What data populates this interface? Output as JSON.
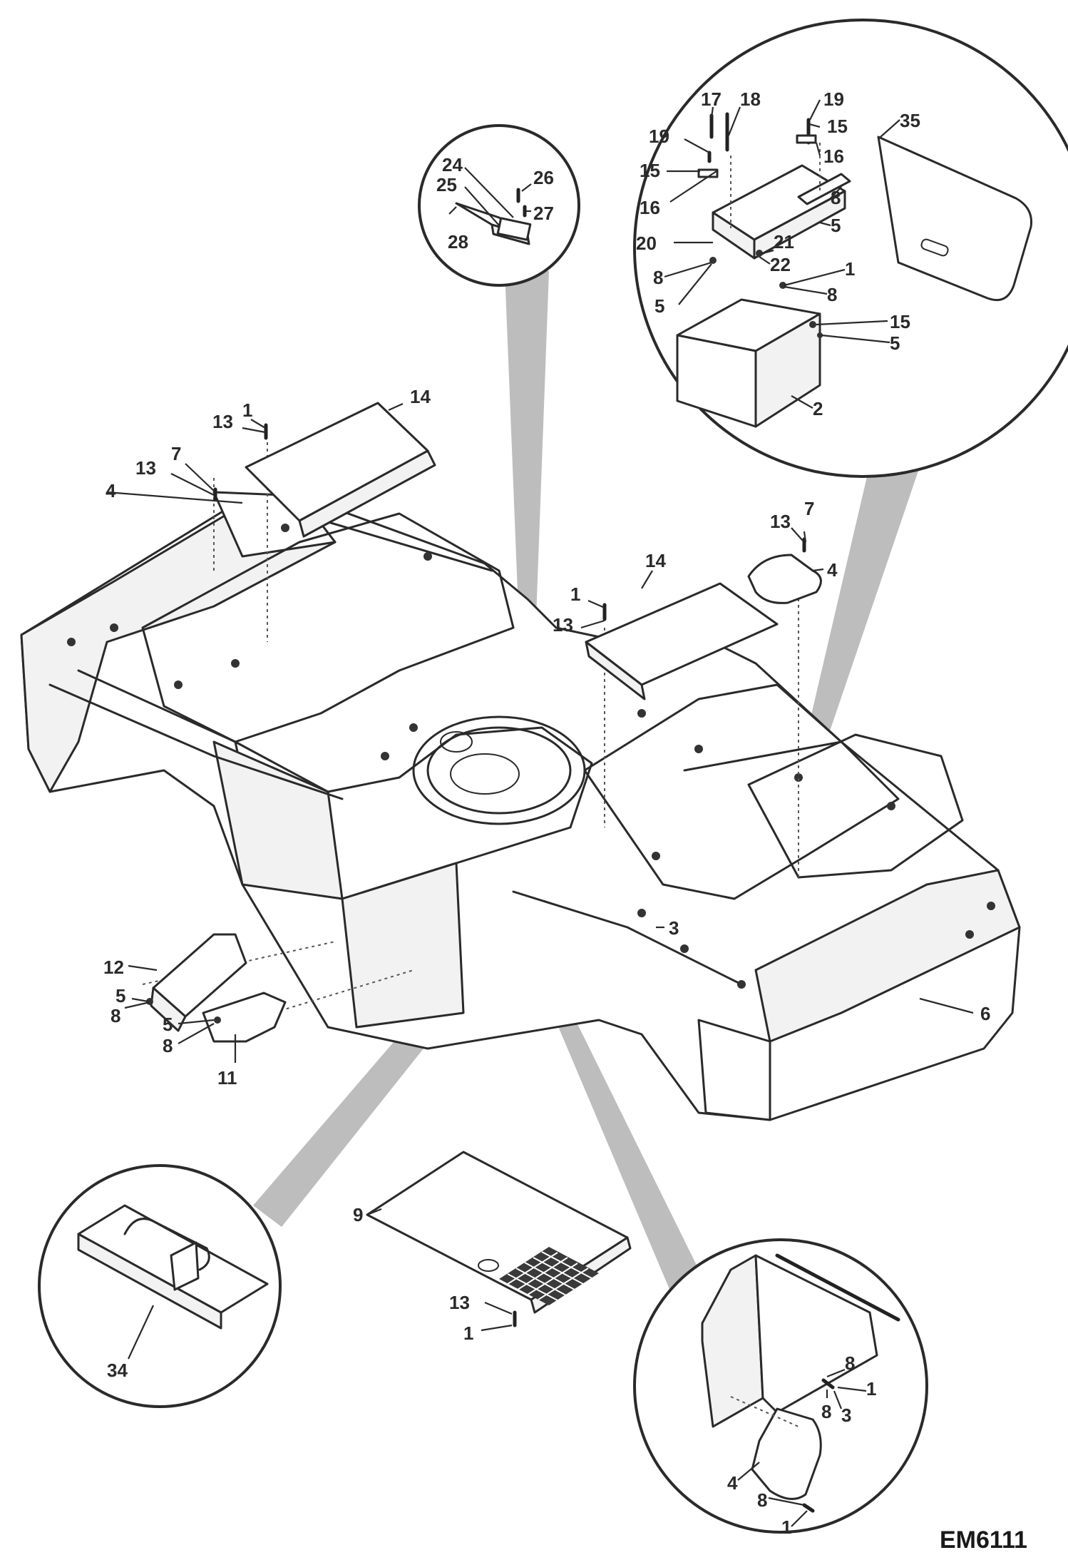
{
  "figure": {
    "drawing_code": "EM6111"
  },
  "callouts": {
    "detail_top_right": [
      {
        "id": "c17",
        "label": "17"
      },
      {
        "id": "c18",
        "label": "18"
      },
      {
        "id": "c19a",
        "label": "19"
      },
      {
        "id": "c19b",
        "label": "19"
      },
      {
        "id": "c15a",
        "label": "15"
      },
      {
        "id": "c15b",
        "label": "15"
      },
      {
        "id": "c15c",
        "label": "15"
      },
      {
        "id": "c16a",
        "label": "16"
      },
      {
        "id": "c16b",
        "label": "16"
      },
      {
        "id": "c35",
        "label": "35"
      },
      {
        "id": "c8a",
        "label": "8"
      },
      {
        "id": "c8b",
        "label": "8"
      },
      {
        "id": "c8c",
        "label": "8"
      },
      {
        "id": "c5a",
        "label": "5"
      },
      {
        "id": "c5b",
        "label": "5"
      },
      {
        "id": "c5c",
        "label": "5"
      },
      {
        "id": "c20",
        "label": "20"
      },
      {
        "id": "c21",
        "label": "21"
      },
      {
        "id": "c22",
        "label": "22"
      },
      {
        "id": "c1a",
        "label": "1"
      },
      {
        "id": "c2",
        "label": "2"
      }
    ],
    "detail_top_center": [
      {
        "id": "c24",
        "label": "24"
      },
      {
        "id": "c25",
        "label": "25"
      },
      {
        "id": "c26",
        "label": "26"
      },
      {
        "id": "c27",
        "label": "27"
      },
      {
        "id": "c28",
        "label": "28"
      }
    ],
    "main_frame": [
      {
        "id": "m14a",
        "label": "14"
      },
      {
        "id": "m13a",
        "label": "13"
      },
      {
        "id": "m1a",
        "label": "1"
      },
      {
        "id": "m13b",
        "label": "13"
      },
      {
        "id": "m7a",
        "label": "7"
      },
      {
        "id": "m4a",
        "label": "4"
      },
      {
        "id": "m14b",
        "label": "14"
      },
      {
        "id": "m1b",
        "label": "1"
      },
      {
        "id": "m13c",
        "label": "13"
      },
      {
        "id": "m13d",
        "label": "13"
      },
      {
        "id": "m7b",
        "label": "7"
      },
      {
        "id": "m4b",
        "label": "4"
      },
      {
        "id": "m12",
        "label": "12"
      },
      {
        "id": "m5a",
        "label": "5"
      },
      {
        "id": "m8a",
        "label": "8"
      },
      {
        "id": "m5b",
        "label": "5"
      },
      {
        "id": "m8b",
        "label": "8"
      },
      {
        "id": "m11",
        "label": "11"
      },
      {
        "id": "m6",
        "label": "6"
      },
      {
        "id": "m3a",
        "label": "3"
      }
    ],
    "bottom_plate": [
      {
        "id": "b9",
        "label": "9"
      },
      {
        "id": "b13",
        "label": "13"
      },
      {
        "id": "b1",
        "label": "1"
      }
    ],
    "detail_bottom_left": [
      {
        "id": "d34",
        "label": "34"
      }
    ],
    "detail_bottom_right": [
      {
        "id": "e8a",
        "label": "8"
      },
      {
        "id": "e1a",
        "label": "1"
      },
      {
        "id": "e8b",
        "label": "8"
      },
      {
        "id": "e3",
        "label": "3"
      },
      {
        "id": "e4",
        "label": "4"
      },
      {
        "id": "e8c",
        "label": "8"
      },
      {
        "id": "e1b",
        "label": "1"
      }
    ]
  }
}
